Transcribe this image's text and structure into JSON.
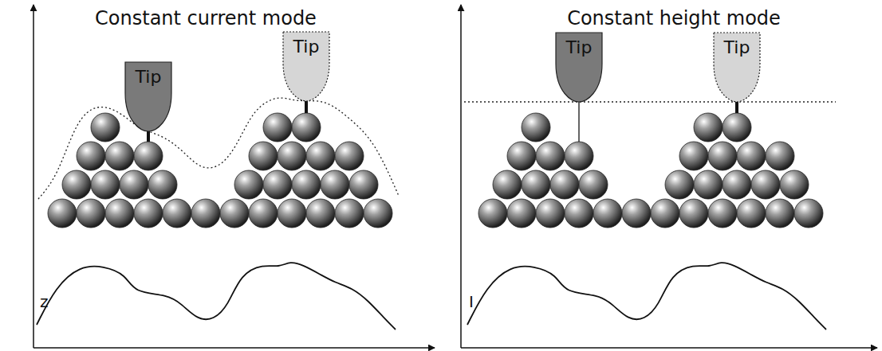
{
  "diagram": {
    "nodes": [
      {
        "text": [
          "Tip"
        ]
      },
      {
        "text": [
          "Tip"
        ]
      },
      {
        "text": [
          "Tip"
        ]
      },
      {
        "text": [
          "Tip"
        ]
      }
    ],
    "labels": [
      "Constant current mode",
      "Constant height mode",
      "z",
      "I"
    ]
  }
}
